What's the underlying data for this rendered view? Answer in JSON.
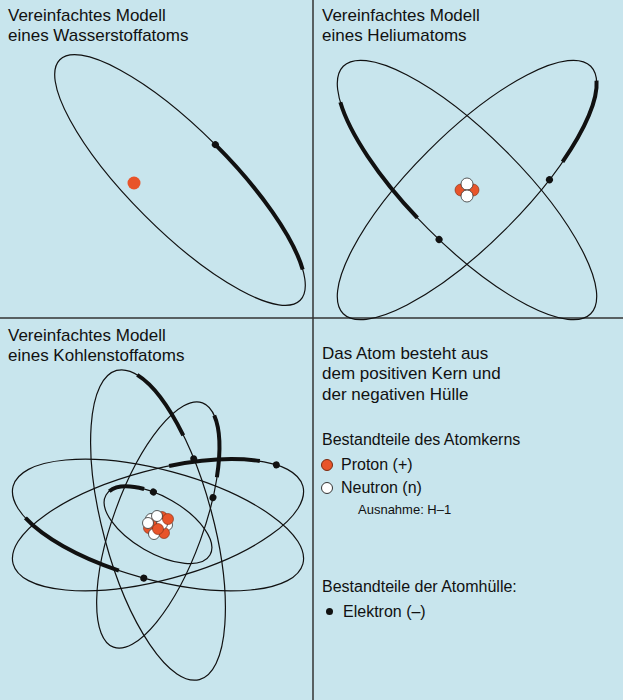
{
  "diagram": {
    "labels": [
      "Vereinfachtes Modell eines Wasserstoffatoms",
      "Vereinfachtes Modell eines Heliumatoms",
      "Vereinfachtes Modell eines Kohlenstoffatoms",
      "Das Atom besteht aus dem positiven Kern und der negativen Hülle",
      "Bestandteile des Atomkerns",
      "Ausnahme: H–1",
      "Bestandteile der Atomhülle:"
    ],
    "legend": [
      {
        "text": "Proton (+)",
        "color": "#e8542a"
      },
      {
        "text": "Neutron (n)",
        "color": "#ffffff"
      },
      {
        "text": "Elektron (–)",
        "color": "#111111"
      }
    ]
  }
}
